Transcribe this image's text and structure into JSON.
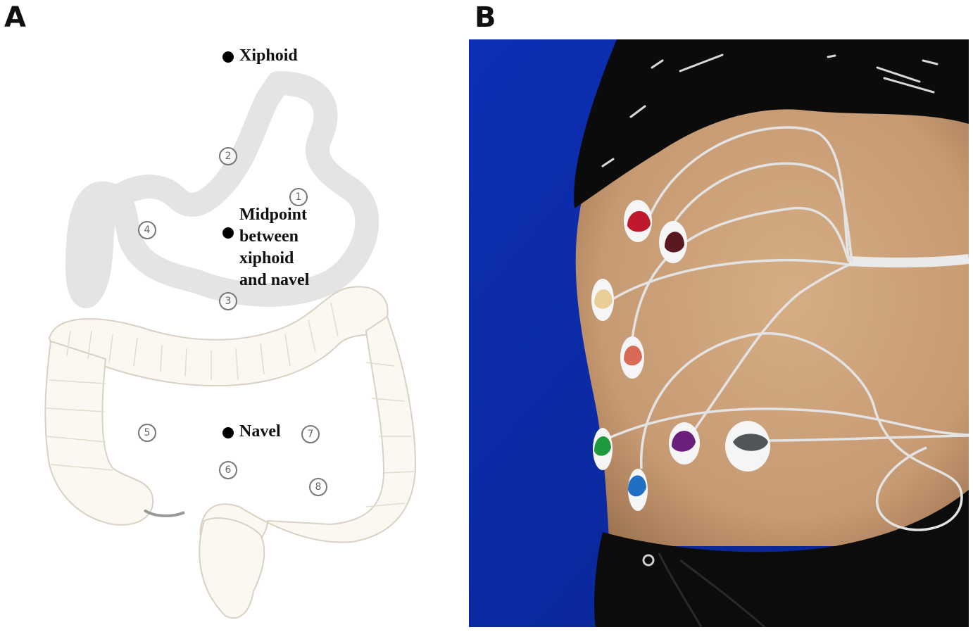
{
  "panels": {
    "a_letter": "A",
    "b_letter": "B"
  },
  "landmarks": {
    "xiphoid": "Xiphoid",
    "midpoint_line1": "Midpoint",
    "midpoint_line2": "between",
    "midpoint_line3": "xiphoid",
    "midpoint_line4": "and navel",
    "navel": "Navel"
  },
  "points": [
    "1",
    "2",
    "3",
    "4",
    "5",
    "6",
    "7",
    "8"
  ],
  "electrode_colors": [
    "#c0182e",
    "#5a1820",
    "#e9cf97",
    "#d86a55",
    "#1e9a3e",
    "#6b1f7c",
    "#4f5558",
    "#1f6fc4"
  ]
}
